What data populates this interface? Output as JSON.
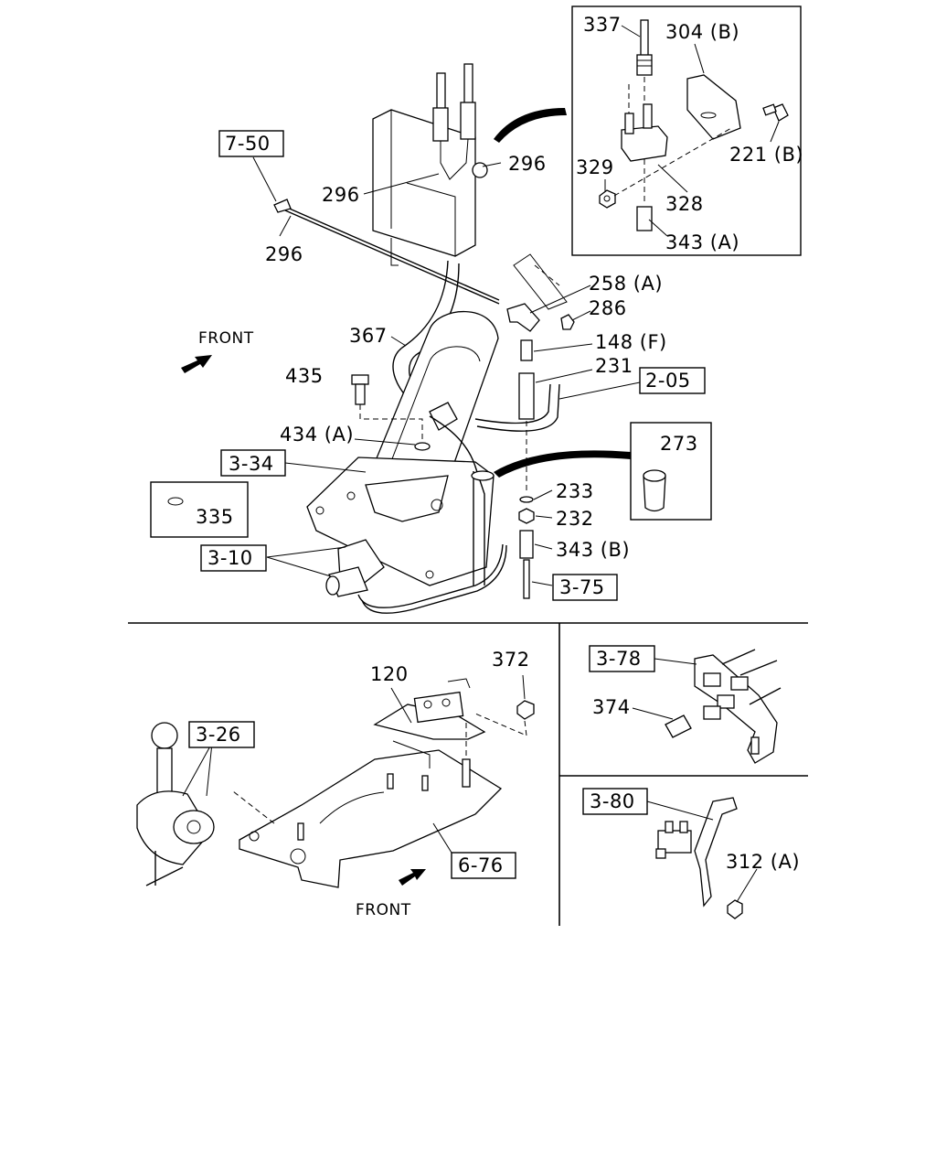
{
  "callouts": {
    "c337": "337",
    "c304b": "304 (B)",
    "c221b": "221 (B)",
    "c329": "329",
    "c328": "328",
    "c343a": "343 (A)",
    "c750": "7-50",
    "c296a": "296",
    "c296b": "296",
    "c296c": "296",
    "c2058a": "258 (A)",
    "c286": "286",
    "c148f": "148 (F)",
    "c231": "231",
    "c205": "2-05",
    "c367": "367",
    "c435": "435",
    "c434a": "434 (A)",
    "c334": "3-34",
    "c273": "273",
    "c233": "233",
    "c232": "232",
    "c343b": "343 (B)",
    "c375": "3-75",
    "c335": "335",
    "c310": "3-10",
    "c372": "372",
    "c120": "120",
    "c326": "3-26",
    "c676": "6-76",
    "c378": "3-78",
    "c374": "374",
    "c380": "3-80",
    "c312a": "312 (A)"
  },
  "front_labels": {
    "top": "FRONT",
    "bottom": "FRONT"
  }
}
